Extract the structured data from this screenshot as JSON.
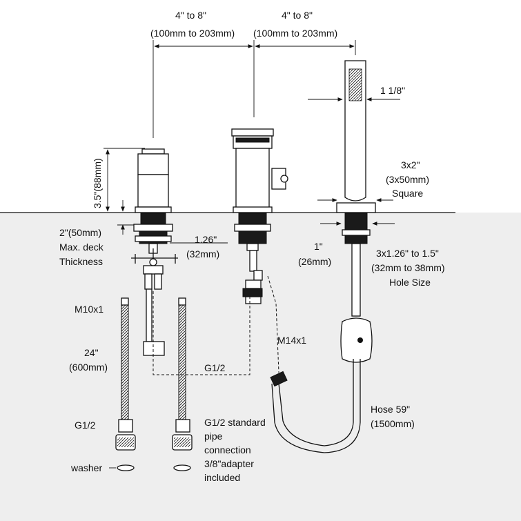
{
  "labels": {
    "spacing_left_a": "4\" to 8\"",
    "spacing_left_b": "(100mm to 203mm)",
    "spacing_right_a": "4\" to 8\"",
    "spacing_right_b": "(100mm to 203mm)",
    "handset_width": "1 1/8\"",
    "height": "3.5\"(88mm)",
    "base_a": "3x2\"",
    "base_b": "(3x50mm)",
    "base_c": "Square",
    "deck_a": "2\"(50mm)",
    "deck_b": "Max. deck",
    "deck_c": "Thickness",
    "shank_a": "1.26\"",
    "shank_b": "(32mm)",
    "handshank_a": "1\"",
    "handshank_b": "(26mm)",
    "hole_a": "3x1.26\" to 1.5\"",
    "hole_b": "(32mm to 38mm)",
    "hole_c": "Hole Size",
    "m10": "M10x1",
    "m14": "M14x1",
    "length_a": "24\"",
    "length_b": "(600mm)",
    "g12_center": "G1/2",
    "g12_left": "G1/2",
    "std_a": "G1/2 standard",
    "std_b": "pipe",
    "std_c": "connection",
    "std_d": "3/8\"adapter",
    "std_e": "included",
    "washer": "washer",
    "hose_a": "Hose 59\"",
    "hose_b": "(1500mm)"
  },
  "colors": {
    "background": "#ffffff",
    "below_deck": "#eeeeee",
    "line": "#111111"
  }
}
